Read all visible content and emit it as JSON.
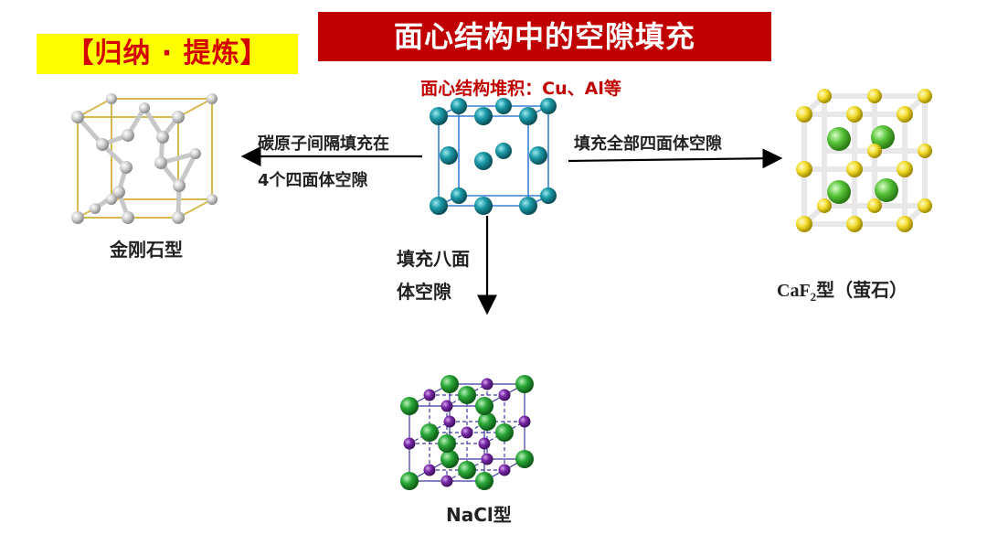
{
  "badge": "【归纳 · 提炼】",
  "title": "面心结构中的空隙填充",
  "subtitle": "面心结构堆积：Cu、Al等",
  "arrows": {
    "left_line1": "碳原子间隔填充在",
    "left_line2": "4个四面体空隙",
    "right": "填充全部四面体空隙",
    "down_line1": "填充八面",
    "down_line2": "体空隙"
  },
  "captions": {
    "diamond": "金刚石型",
    "nacl": "NaCl型",
    "caf2_main": "CaF",
    "caf2_sub": "2",
    "caf2_rest": "型（萤石）"
  },
  "colors": {
    "title_bg": "#c00000",
    "badge_bg": "#ffff00",
    "badge_text": "#d40000",
    "fcc_atom": "#1a9aa8",
    "fcc_edge": "#3a7fd0",
    "diamond_atom": "#d8d8d8",
    "diamond_edge": "#d8b850",
    "nacl_green": "#2aa838",
    "nacl_purple": "#7a2aa8",
    "nacl_edge": "#3a3aa0",
    "caf2_yellow": "#f2dc2a",
    "caf2_green": "#58c238"
  }
}
